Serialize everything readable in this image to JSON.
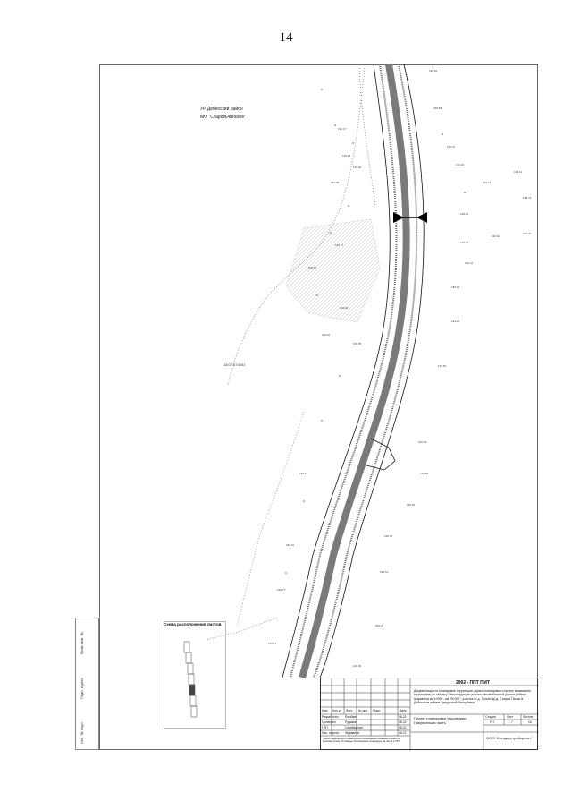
{
  "page_number": "14",
  "map": {
    "region": "УР Дебесский район",
    "municipality": "МО \"Старозъчинское\"",
    "cadastral_block": "18:07:074001",
    "scheme_title": "Схема расположения листов"
  },
  "title_block": {
    "code": "2992 - ППТ ПМТ",
    "description": "Документация по планировке территории (проект планировки и проект межевания территории) по объекту \"Реконструкция участка автомобильной дороги Дебесы - Шаркан на км 4+000 - км 29+000\", участок от д. Тольен до д. Старый Пычас в Дебесском районе Удмуртской Республики\"",
    "sheet_title": "Проект планировки территории. Графическая часть",
    "stage_header": "Стадия",
    "sheet_header": "Лист",
    "sheets_header": "Листов",
    "stage": "ПП",
    "sheet": "7",
    "sheets": "16",
    "organization": "ООО \"Автодорстройпроект\"",
    "change_headers": [
      "Изм.",
      "Кол.уч.",
      "Лист",
      "№ док.",
      "Подп.",
      "Дата"
    ],
    "signers": [
      {
        "role": "Разработал",
        "name": "Ёлыбаев",
        "date": "08.22"
      },
      {
        "role": "Проверил",
        "name": "Рудаков",
        "date": "08.22"
      },
      {
        "role": "ГИП",
        "name": "Самайдулин",
        "date": "08.22"
      },
      {
        "role": "Нач. отдела",
        "name": "Журавлёв",
        "date": "08.22"
      }
    ],
    "note": "Линия границы зон планируемого размещения линейных объектов. Красная линия. Условные обозначения приведены на листе 1 ППТ"
  },
  "strip": {
    "labels": [
      "Взам. инв. №",
      "Подп. и дата",
      "Инв. № подл."
    ]
  }
}
